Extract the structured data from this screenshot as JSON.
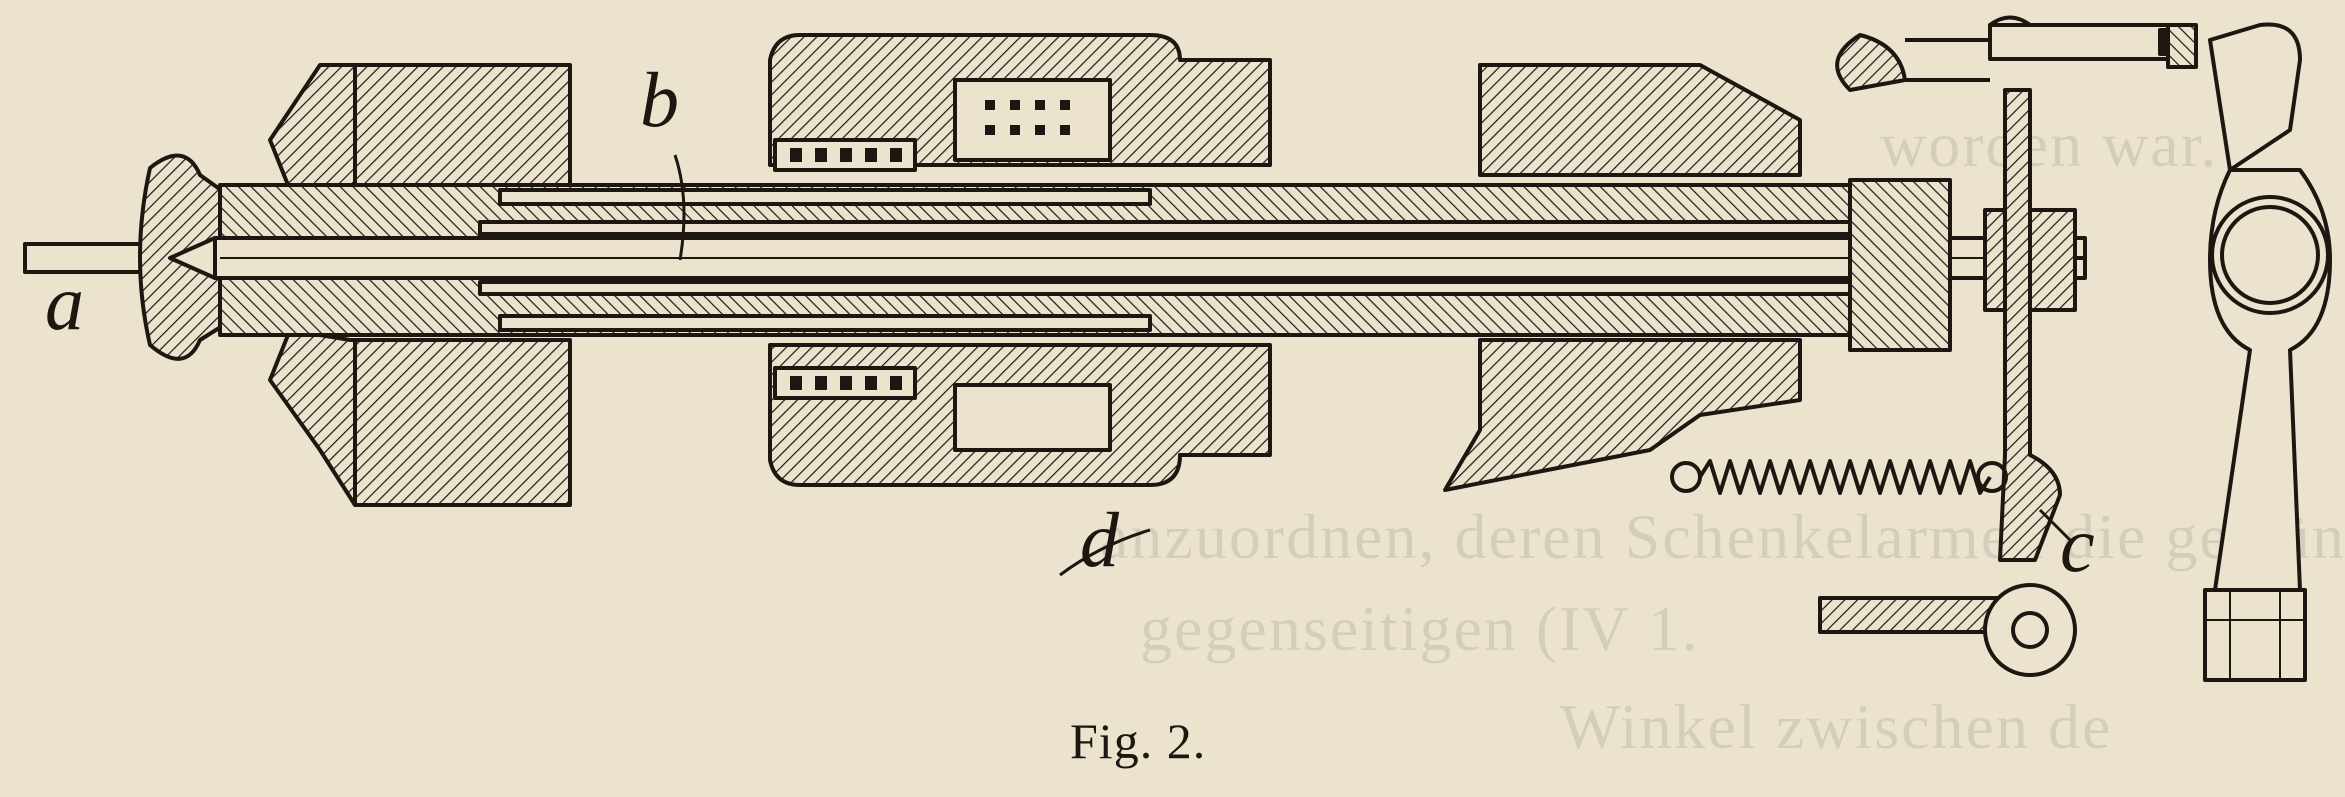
{
  "figure": {
    "caption": "Fig. 2.",
    "labels": {
      "a": "a",
      "b": "b",
      "c": "c",
      "d": "d"
    }
  },
  "show_through_text": [
    "worden war.",
    "anzuordnen, deren Schenkelarmen die gewün",
    "gegenseitigen (IV 1.",
    "Winkel zwischen de"
  ],
  "colors": {
    "paper": "#ece3cf",
    "ink": "#1c1710"
  }
}
